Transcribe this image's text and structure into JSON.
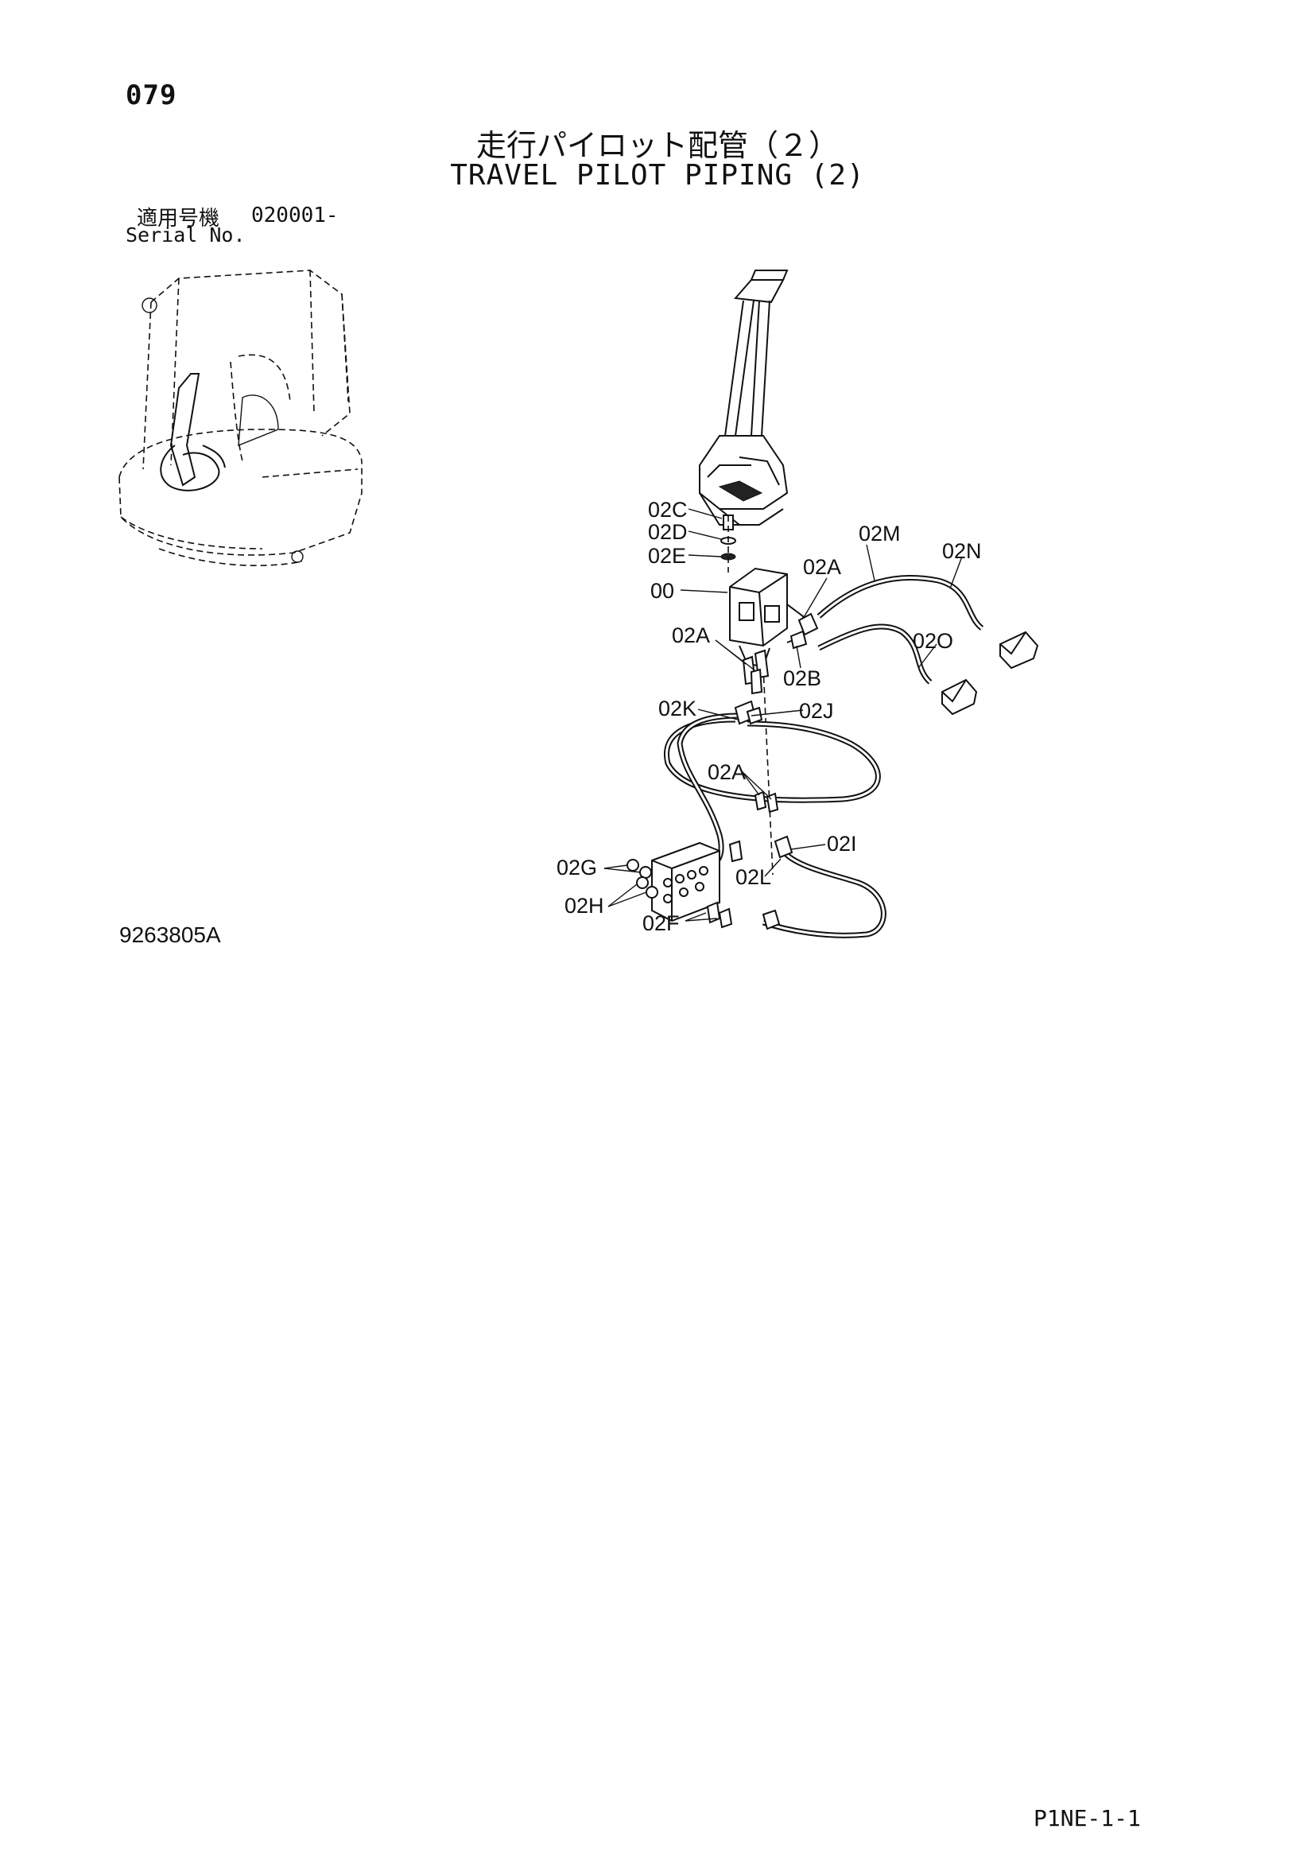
{
  "page_number": "079",
  "title_jp": "走行パイロット配管（２）",
  "title_en": "TRAVEL PILOT PIPING (2)",
  "serial": {
    "label_jp": "適用号機",
    "value": "020001-",
    "label_en": "Serial No."
  },
  "drawing_number": "9263805A",
  "page_ref": "P1NE-1-1",
  "callouts": {
    "c02C": "02C",
    "c02D": "02D",
    "c02E": "02E",
    "c00": "00",
    "c02A_top": "02A",
    "c02M": "02M",
    "c02N": "02N",
    "c02A_left": "02A",
    "c02B": "02B",
    "c02O": "02O",
    "c02K": "02K",
    "c02J": "02J",
    "c02A_mid": "02A",
    "c02G": "02G",
    "c02I": "02I",
    "c02L": "02L",
    "c02H": "02H",
    "c02F": "02F"
  }
}
